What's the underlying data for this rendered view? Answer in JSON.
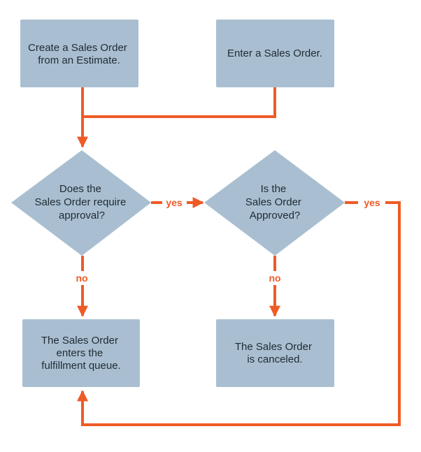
{
  "colors": {
    "node_fill": "#a9bfd1",
    "connector": "#ef5b26",
    "text": "#1f2a33",
    "background": "#ffffff"
  },
  "nodes": {
    "create_from_estimate": [
      "Create a Sales Order",
      "from an Estimate."
    ],
    "enter_sales_order": [
      "Enter a Sales Order."
    ],
    "requires_approval": [
      "Does the",
      "Sales Order require",
      "approval?"
    ],
    "is_approved": [
      "Is the",
      "Sales Order",
      "Approved?"
    ],
    "fulfillment_queue": [
      "The Sales Order",
      "enters the",
      "fulfillment queue."
    ],
    "canceled": [
      "The Sales Order",
      "is canceled."
    ]
  },
  "edges": {
    "approval_yes": "yes",
    "approval_no": "no",
    "approved_yes": "yes",
    "approved_no": "no"
  }
}
